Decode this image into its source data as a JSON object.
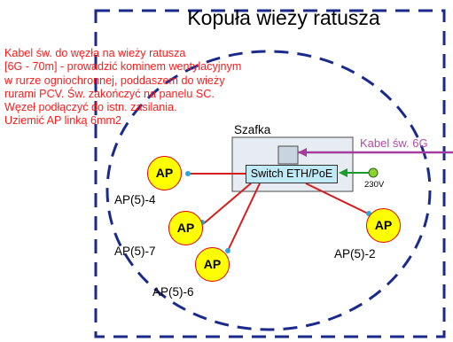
{
  "title": "Kopuła wieży ratusza",
  "note_lines": [
    "Kabel św.  do węzła na wieży ratusza",
    "[6G - 70m] - prowadzić kominem wentylacyjnym",
    "w rurze ogniochronnej, poddaszem do wieży",
    "rurami PCV. Św. zakończyć na panelu SC.",
    "Węzeł podłączyć do istn. zasilania.",
    "Uziemić AP linką 6mm2"
  ],
  "cabinet_label": "Szafka",
  "switch_label": "Switch ETH/PoE",
  "fiber_cable_label": "Kabel św. 6G",
  "power_label": "230V",
  "ap_text": "AP",
  "access_points": [
    {
      "id": "ap4",
      "label": "AP(5)-4"
    },
    {
      "id": "ap7",
      "label": "AP(5)-7"
    },
    {
      "id": "ap6",
      "label": "AP(5)-6"
    },
    {
      "id": "ap2",
      "label": "AP(5)-2"
    }
  ],
  "colors": {
    "frame": "#1a2a8c",
    "note_text": "#ff1a1a",
    "ethernet_link": "#d61d1d",
    "fiber_cable": "#a33c9d",
    "power_cable": "#1a9a2a",
    "ap_fill": "#ffff00",
    "ap_border": "#e30000",
    "switch_fill": "#bfe9f5",
    "cabinet_fill": "#e6ecf2",
    "connector_dot": "#2aa8d8"
  }
}
